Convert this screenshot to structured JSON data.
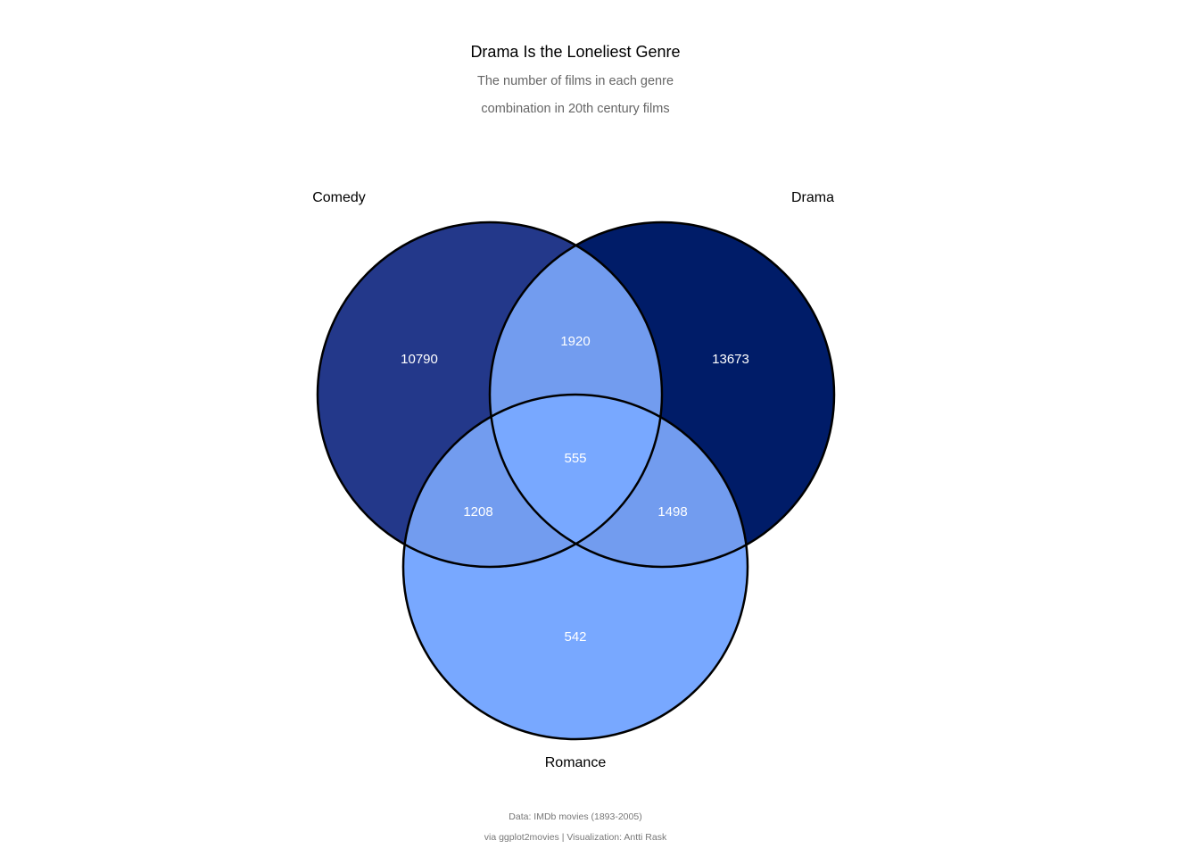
{
  "title": "Drama Is the Loneliest Genre",
  "subtitle": [
    "The number of films in each genre",
    "combination in 20th century films"
  ],
  "caption": [
    "Data: IMDb movies (1893-2005)",
    "via ggplot2movies | Visualization: Antti Rask"
  ],
  "chart_data": {
    "type": "venn",
    "sets": [
      "Comedy",
      "Drama",
      "Romance"
    ],
    "regions": {
      "comedy_only": 10790,
      "drama_only": 13673,
      "romance_only": 542,
      "comedy_drama": 1920,
      "comedy_romance": 1208,
      "drama_romance": 1498,
      "all_three": 555
    }
  },
  "colors": {
    "comedy_only": "#23388A",
    "drama_only": "#001C68",
    "pair_overlap": "#729CEF",
    "romance": "#78A8FF",
    "outline": "#000000"
  }
}
